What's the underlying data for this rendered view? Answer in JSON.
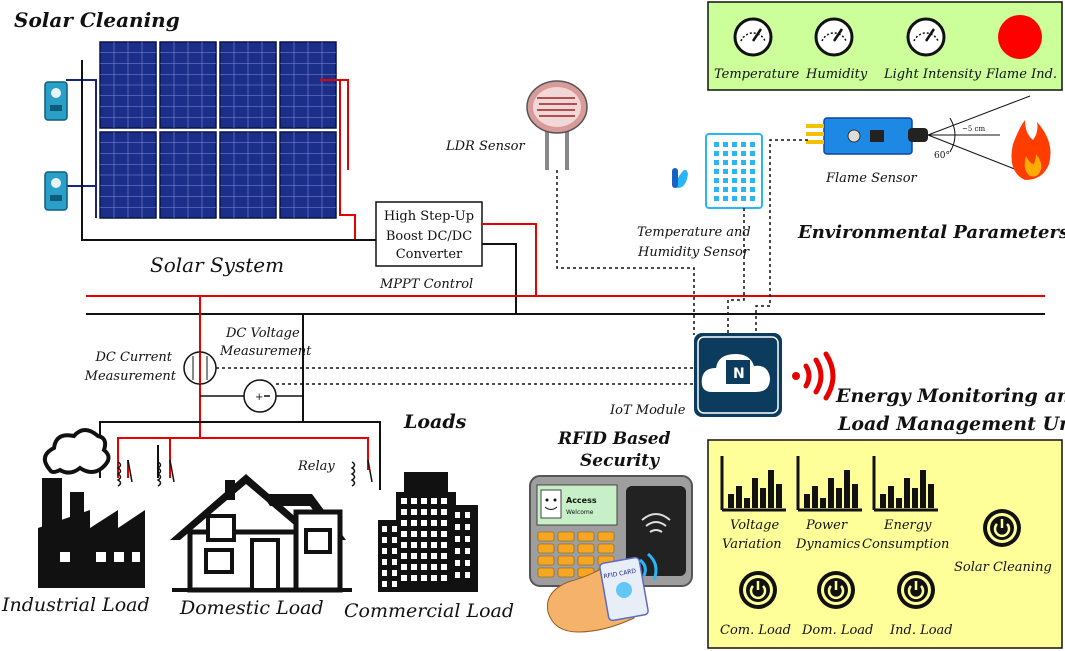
{
  "labels": {
    "solar_cleaning_title": "Solar Cleaning",
    "solar_system": "Solar System",
    "converter_line1": "High Step-Up",
    "converter_line2": "Boost DC/DC",
    "converter_line3": "Converter",
    "mppt_control": "MPPT Control",
    "ldr_sensor": "LDR Sensor",
    "temp_hum_line1": "Temperature and",
    "temp_hum_line2": "Humidity Sensor",
    "flame_sensor": "Flame Sensor",
    "environmental_parameters": "Environmental Parameters",
    "dc_current_line1": "DC Current",
    "dc_current_line2": "Measurement",
    "dc_voltage_line1": "DC Voltage",
    "dc_voltage_line2": "Measurement",
    "iot_module": "IoT Module",
    "loads": "Loads",
    "relay": "Relay",
    "rfid_line1": "RFID Based",
    "rfid_line2": "Security",
    "energy_unit_line1": "Energy Monitoring and",
    "energy_unit_line2": "Load Management Unit",
    "industrial_load": "Industrial Load",
    "domestic_load": "Domestic Load",
    "commercial_load": "Commercial Load",
    "flame_angle": "60°",
    "flame_dist": "~5 cm"
  },
  "env_panel": {
    "gauges": [
      "Temperature",
      "Humidity",
      "Light Intensity"
    ],
    "indicator": "Flame Ind.",
    "indicator_color": "#ff0000",
    "background": "#ccff99"
  },
  "energy_panel": {
    "charts": [
      {
        "line1": "Voltage",
        "line2": "Variation"
      },
      {
        "line1": "Power",
        "line2": "Dynamics"
      },
      {
        "line1": "Energy",
        "line2": "Consumption"
      }
    ],
    "solar_cleaning": "Solar Cleaning",
    "buttons": [
      "Com. Load",
      "Dom. Load",
      "Ind. Load"
    ],
    "background": "#ffff99"
  },
  "rfid_reader": {
    "screen_line1": "Access",
    "screen_line2": "Welcome",
    "card_text": "RFID CARD"
  },
  "colors": {
    "power_line": "#e60000",
    "ground_line": "#111111",
    "panel_blue": "#1a2e8a",
    "signal_red": "#e60000"
  }
}
